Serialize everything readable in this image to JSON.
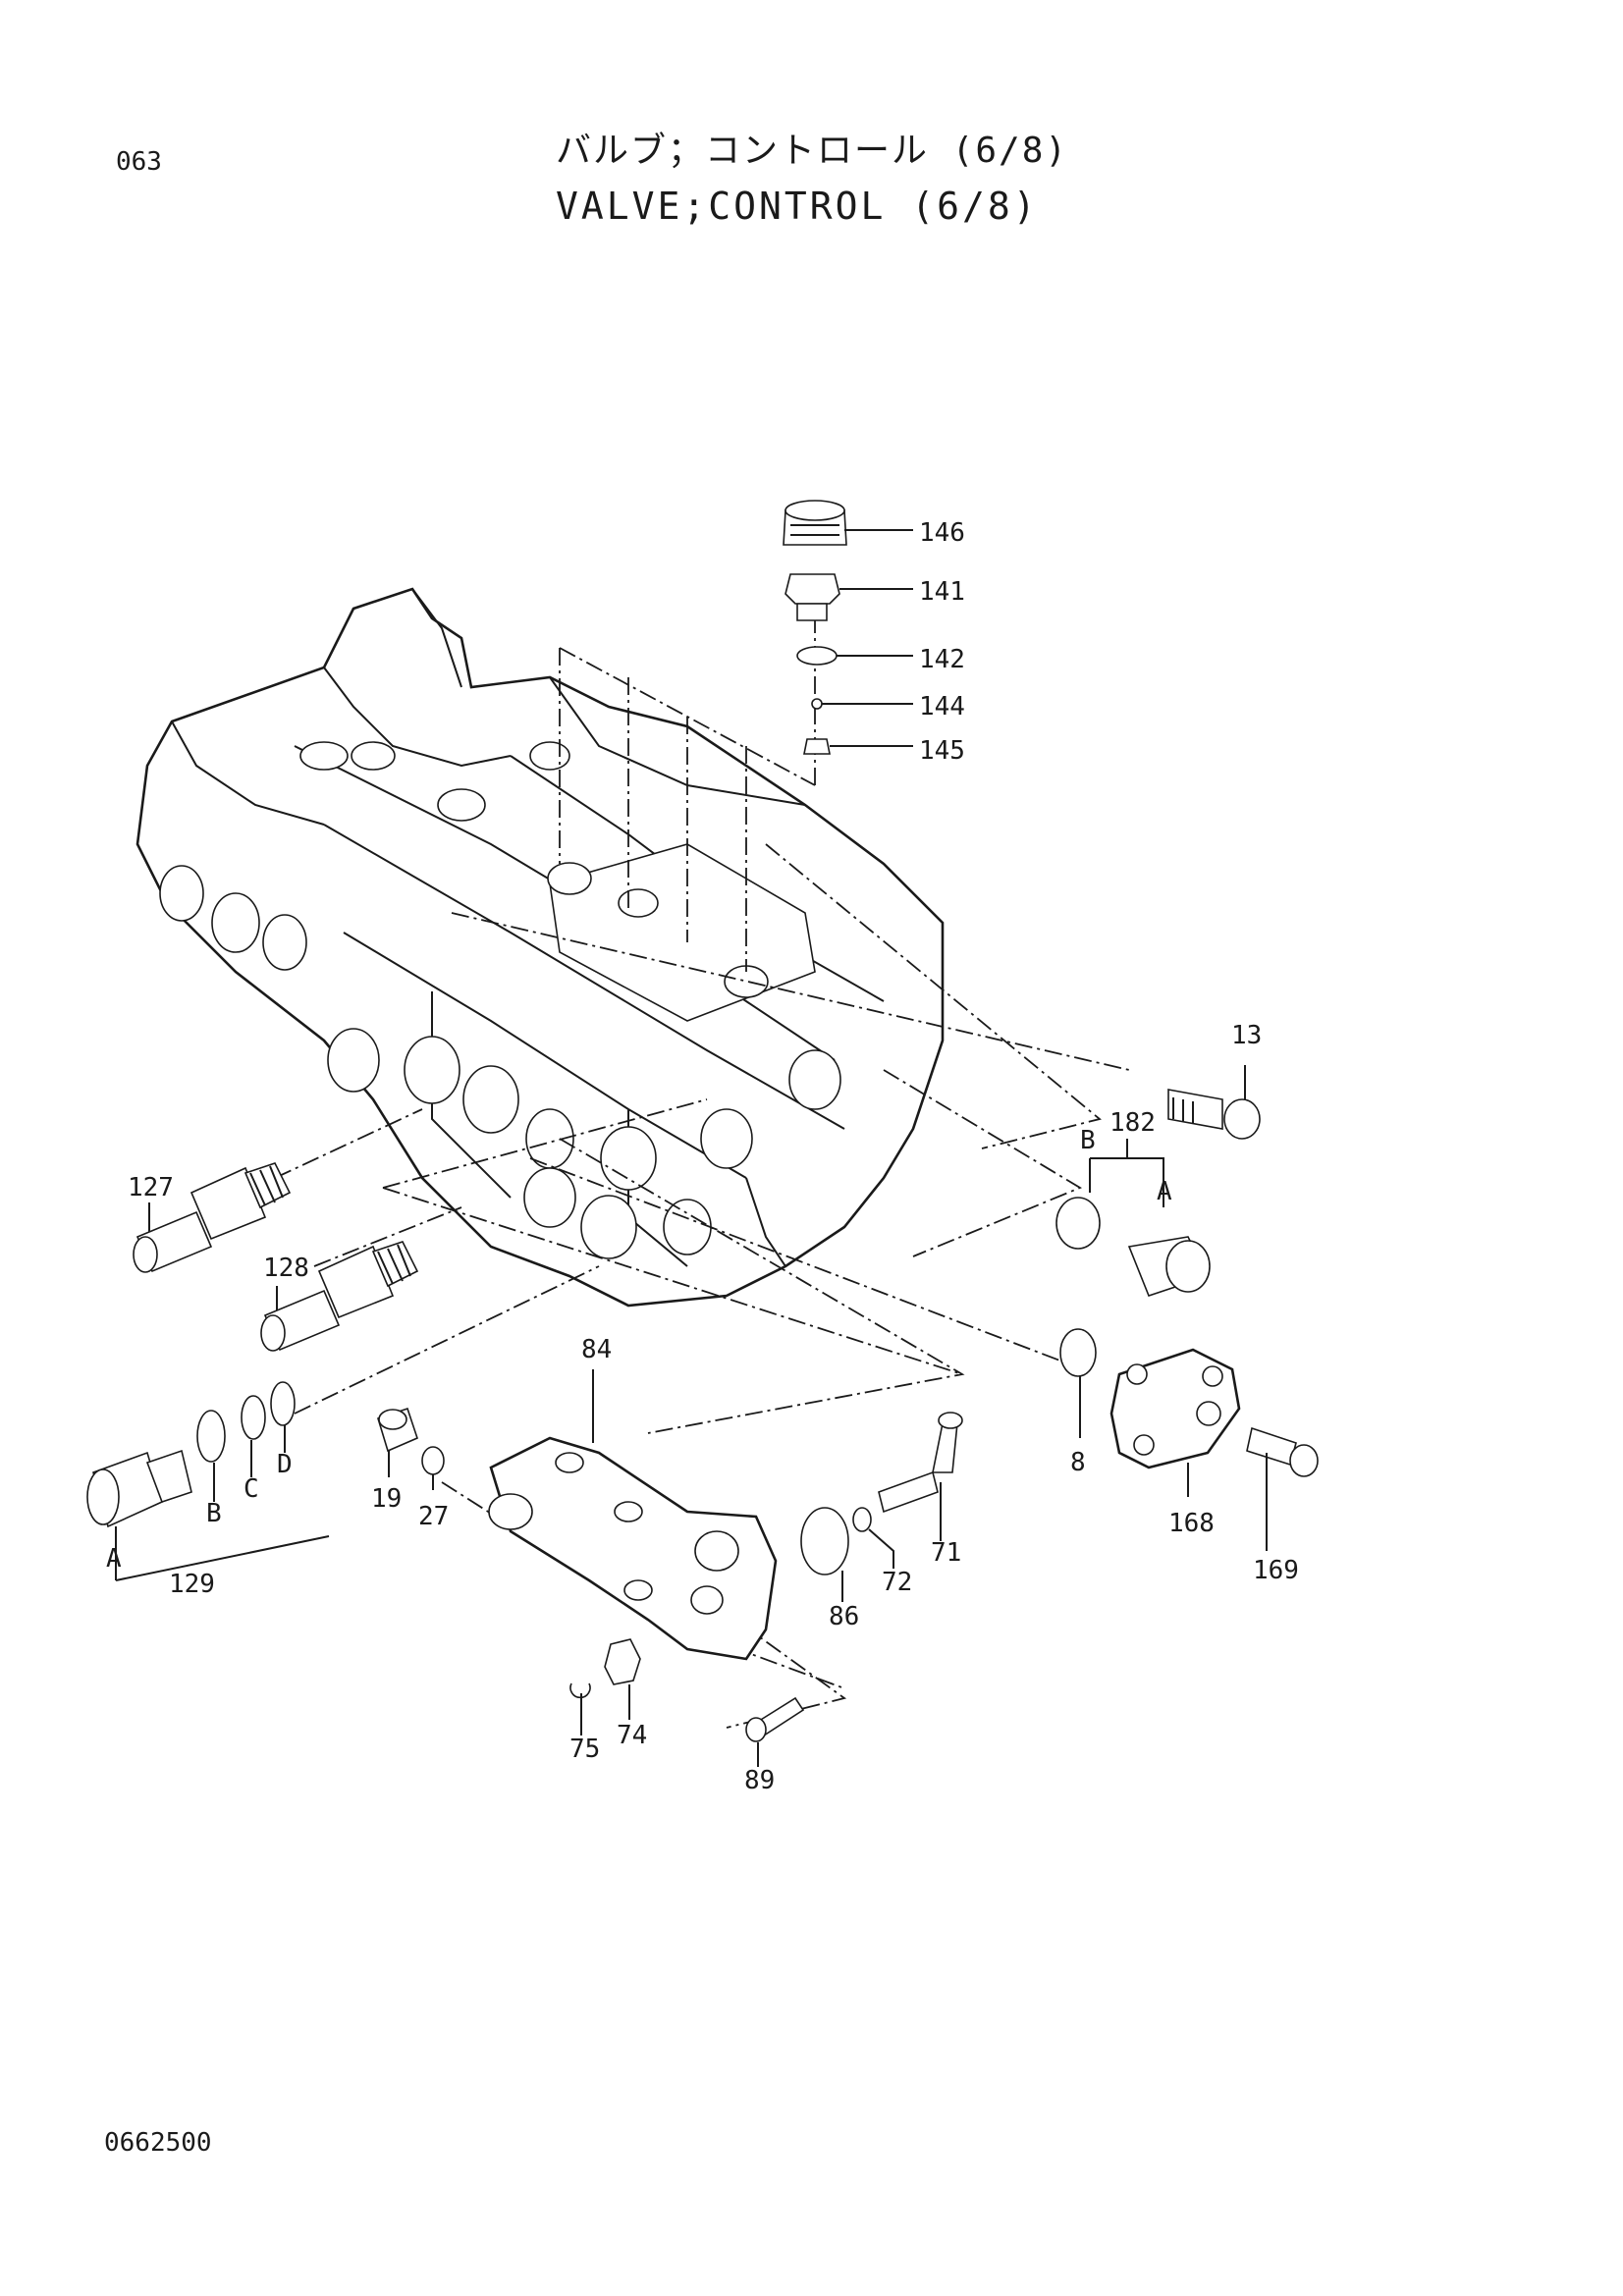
{
  "header": {
    "page_number": "063",
    "title_jp": "バルブ；コントロール (6/8)",
    "title_en": "VALVE;CONTROL (6/8)"
  },
  "footer": {
    "document_code": "0662500"
  },
  "callouts": {
    "c146": "146",
    "c141": "141",
    "c142": "142",
    "c144": "144",
    "c145": "145",
    "c13": "13",
    "c182": "182",
    "c182_b": "B",
    "c182_a": "A",
    "c127": "127",
    "c128": "128",
    "c8": "8",
    "c168": "168",
    "c169": "169",
    "c84": "84",
    "c19": "19",
    "c27": "27",
    "c71": "71",
    "c72": "72",
    "c86": "86",
    "c75": "75",
    "c74": "74",
    "c89": "89",
    "c129": "129",
    "c129_a": "A",
    "c129_b": "B",
    "c129_c": "C",
    "c129_d": "D"
  }
}
